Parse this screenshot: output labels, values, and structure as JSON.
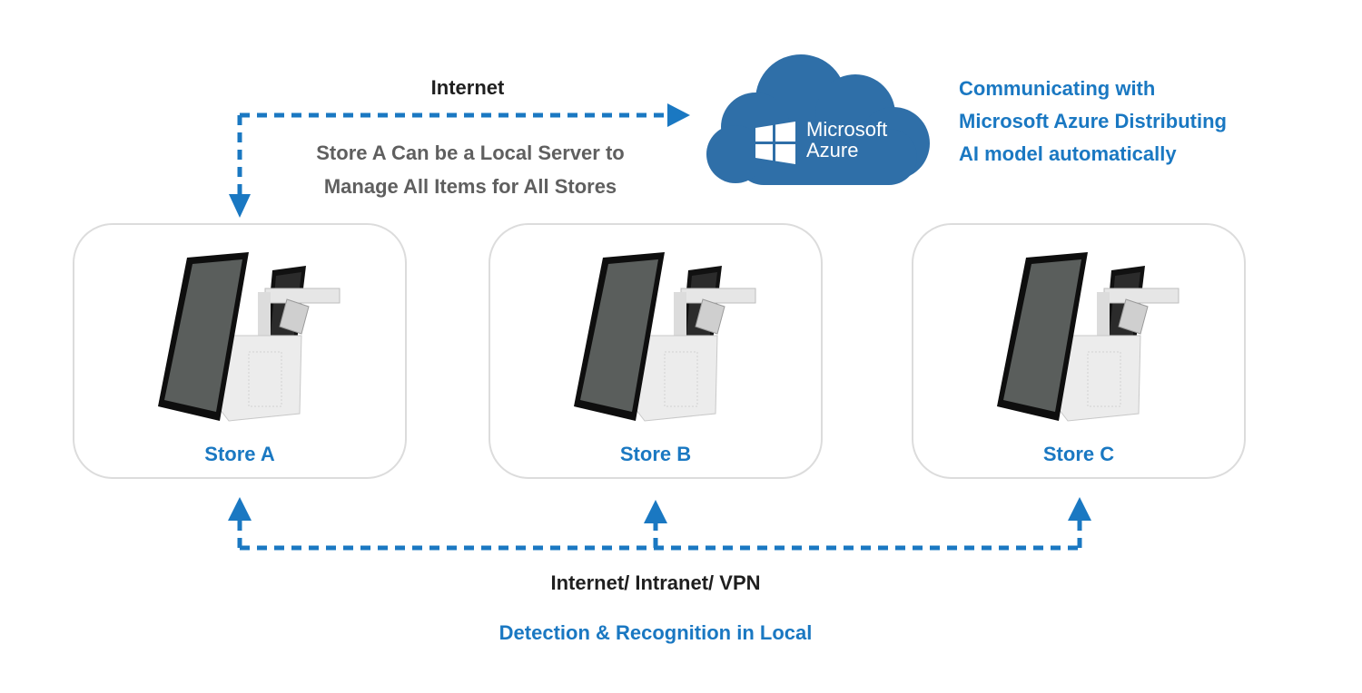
{
  "labels": {
    "internet": "Internet",
    "local_server_line1": "Store A Can be a Local Server to",
    "local_server_line2": "Manage All Items for All Stores",
    "azure_line1": "Communicating with",
    "azure_line2": "Microsoft Azure Distributing",
    "azure_line3": "AI model automatically",
    "network": "Internet/ Intranet/ VPN",
    "detection": "Detection & Recognition in Local"
  },
  "cloud": {
    "microsoft": "Microsoft",
    "azure": "Azure",
    "logo_icon": "windows-logo-icon"
  },
  "stores": [
    {
      "label": "Store A",
      "device_icon": "pos-terminal-icon"
    },
    {
      "label": "Store B",
      "device_icon": "pos-terminal-icon"
    },
    {
      "label": "Store C",
      "device_icon": "pos-terminal-icon"
    }
  ],
  "colors": {
    "accent": "#1a78c2",
    "cloud": "#2f6fa8",
    "dashed_line": "#1a78c2",
    "dark_text": "#1f1f1f",
    "gray_text": "#5f5f5f",
    "card_border": "#dcdcdc"
  }
}
